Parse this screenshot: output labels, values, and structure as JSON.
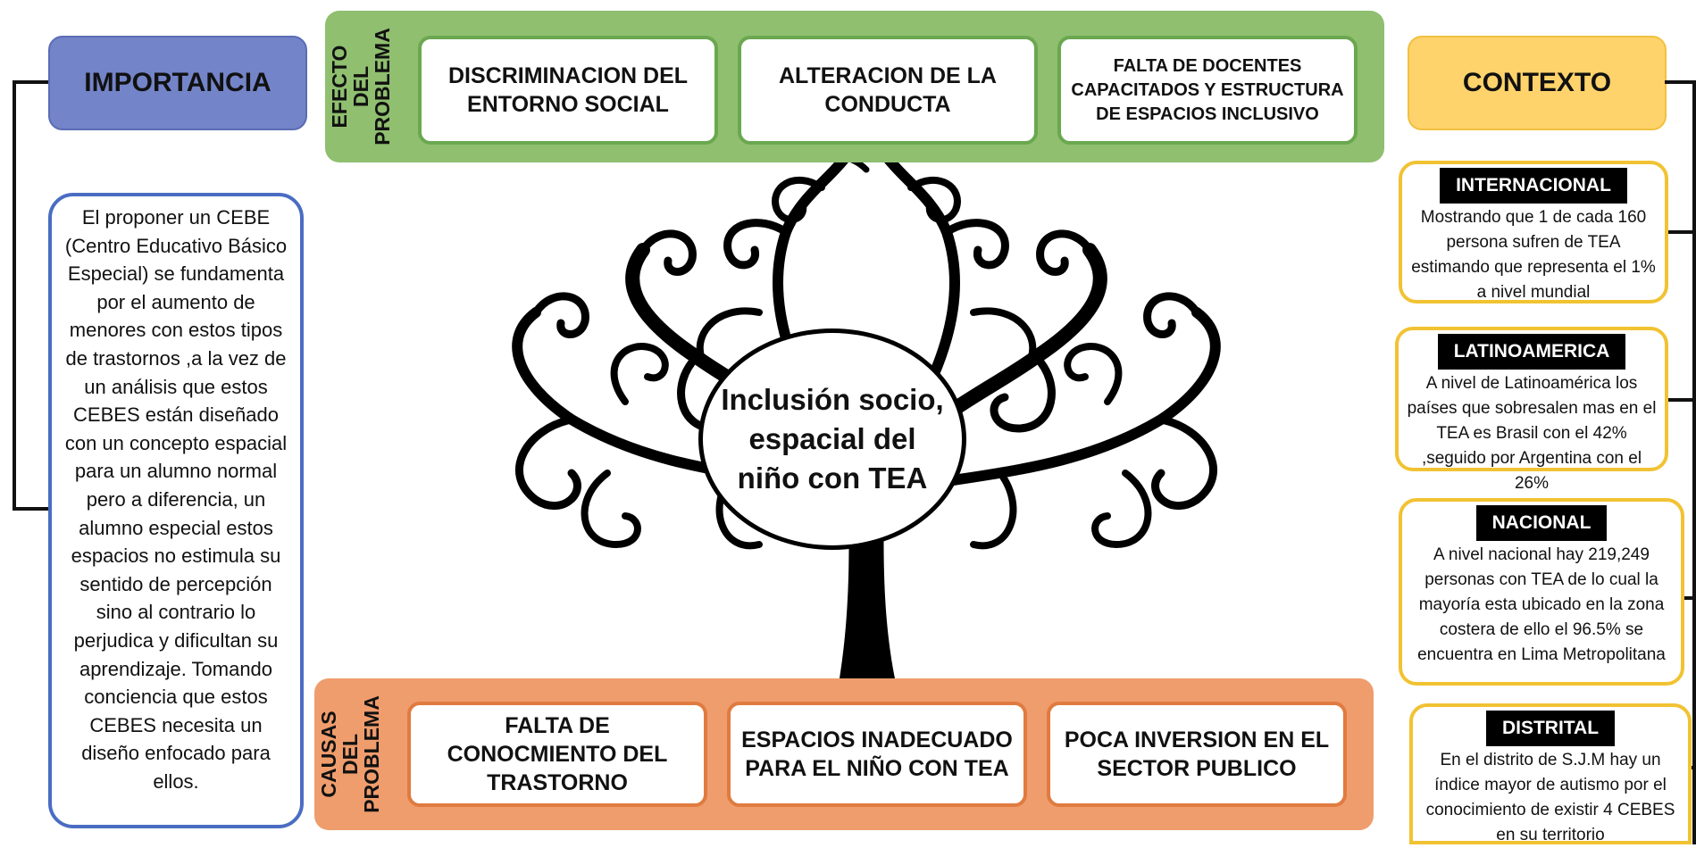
{
  "importance": {
    "title": "IMPORTANCIA",
    "text": "El proponer un CEBE (Centro Educativo Básico Especial) se fundamenta por el aumento de menores con estos tipos de trastornos ,a la vez de un análisis que estos CEBES están diseñado con un concepto espacial para un alumno normal pero a diferencia, un alumno especial estos espacios no estimula su sentido de percepción sino al contrario lo perjudica y dificultan su aprendizaje. Tomando conciencia que estos CEBES necesita un diseño enfocado para ellos."
  },
  "effects": {
    "label": "EFECTO DEL PROBLEMA",
    "items": [
      {
        "label": "DISCRIMINACION DEL ENTORNO SOCIAL"
      },
      {
        "label": "ALTERACION DE LA CONDUCTA"
      },
      {
        "label": "FALTA DE DOCENTES CAPACITADOS Y ESTRUCTURA DE ESPACIOS INCLUSIVO"
      }
    ]
  },
  "causes": {
    "label": "CAUSAS DEL PROBLEMA",
    "items": [
      {
        "label": "FALTA DE CONOCMIENTO DEL TRASTORNO"
      },
      {
        "label": "ESPACIOS INADECUADO PARA EL NIÑO CON TEA"
      },
      {
        "label": "POCA INVERSION EN EL SECTOR PUBLICO"
      }
    ]
  },
  "center": {
    "text": "Inclusión socio, espacial del niño con TEA"
  },
  "context": {
    "title": "CONTEXTO",
    "cards": [
      {
        "title": "INTERNACIONAL",
        "text": "Mostrando que 1 de cada 160 persona sufren de TEA estimando que representa el 1% a nivel mundial"
      },
      {
        "title": "LATINOAMERICA",
        "text": "A nivel de Latinoamérica los países que sobresalen mas en el TEA es Brasil con el 42% ,seguido por Argentina con el 26%"
      },
      {
        "title": "NACIONAL",
        "text": "A nivel nacional hay 219,249 personas con TEA de lo cual la mayoría esta ubicado en la zona costera de ello el 96.5% se encuentra en Lima Metropolitana"
      },
      {
        "title": "DISTRITAL",
        "text": "En el distrito de S.J.M hay un índice mayor de autismo por el conocimiento de existir 4 CEBES en su territorio"
      }
    ]
  },
  "colors": {
    "importance": "#7384c8",
    "importance_border": "#4a6dc2",
    "effects": "#8fbf6f",
    "effects_border": "#6aa84f",
    "causes": "#ef9d6d",
    "causes_border": "#e07b40",
    "context": "#ffd36b",
    "context_border": "#f1c232"
  }
}
